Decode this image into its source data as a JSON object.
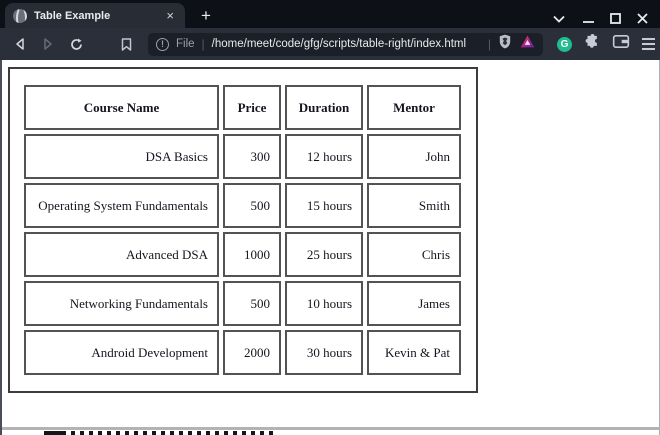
{
  "browser": {
    "tab": {
      "title": "Table Example",
      "close_glyph": "×",
      "new_tab_glyph": "+"
    },
    "address": {
      "scheme_label": "File",
      "separator": "|",
      "path": "/home/meet/code/gfg/scripts/table-right/index.html"
    },
    "extensions": {
      "grammarly_glyph": "G"
    }
  },
  "page": {
    "table": {
      "headers": [
        "Course Name",
        "Price",
        "Duration",
        "Mentor"
      ],
      "rows": [
        [
          "DSA Basics",
          "300",
          "12 hours",
          "John"
        ],
        [
          "Operating System Fundamentals",
          "500",
          "15 hours",
          "Smith"
        ],
        [
          "Advanced DSA",
          "1000",
          "25 hours",
          "Chris"
        ],
        [
          "Networking Fundamentals",
          "500",
          "10 hours",
          "James"
        ],
        [
          "Android Development",
          "2000",
          "30 hours",
          "Kevin & Pat"
        ]
      ]
    }
  },
  "colors": {
    "tabbar_bg": "#0d1016",
    "tab_bg": "#282c35",
    "navbar_bg": "#2b2f39",
    "address_bg": "#1b1f27",
    "accent_green": "#1fbd8e",
    "bat_red": "#ff4724",
    "bat_purple": "#7d2f8f",
    "table_border": "#535353"
  }
}
